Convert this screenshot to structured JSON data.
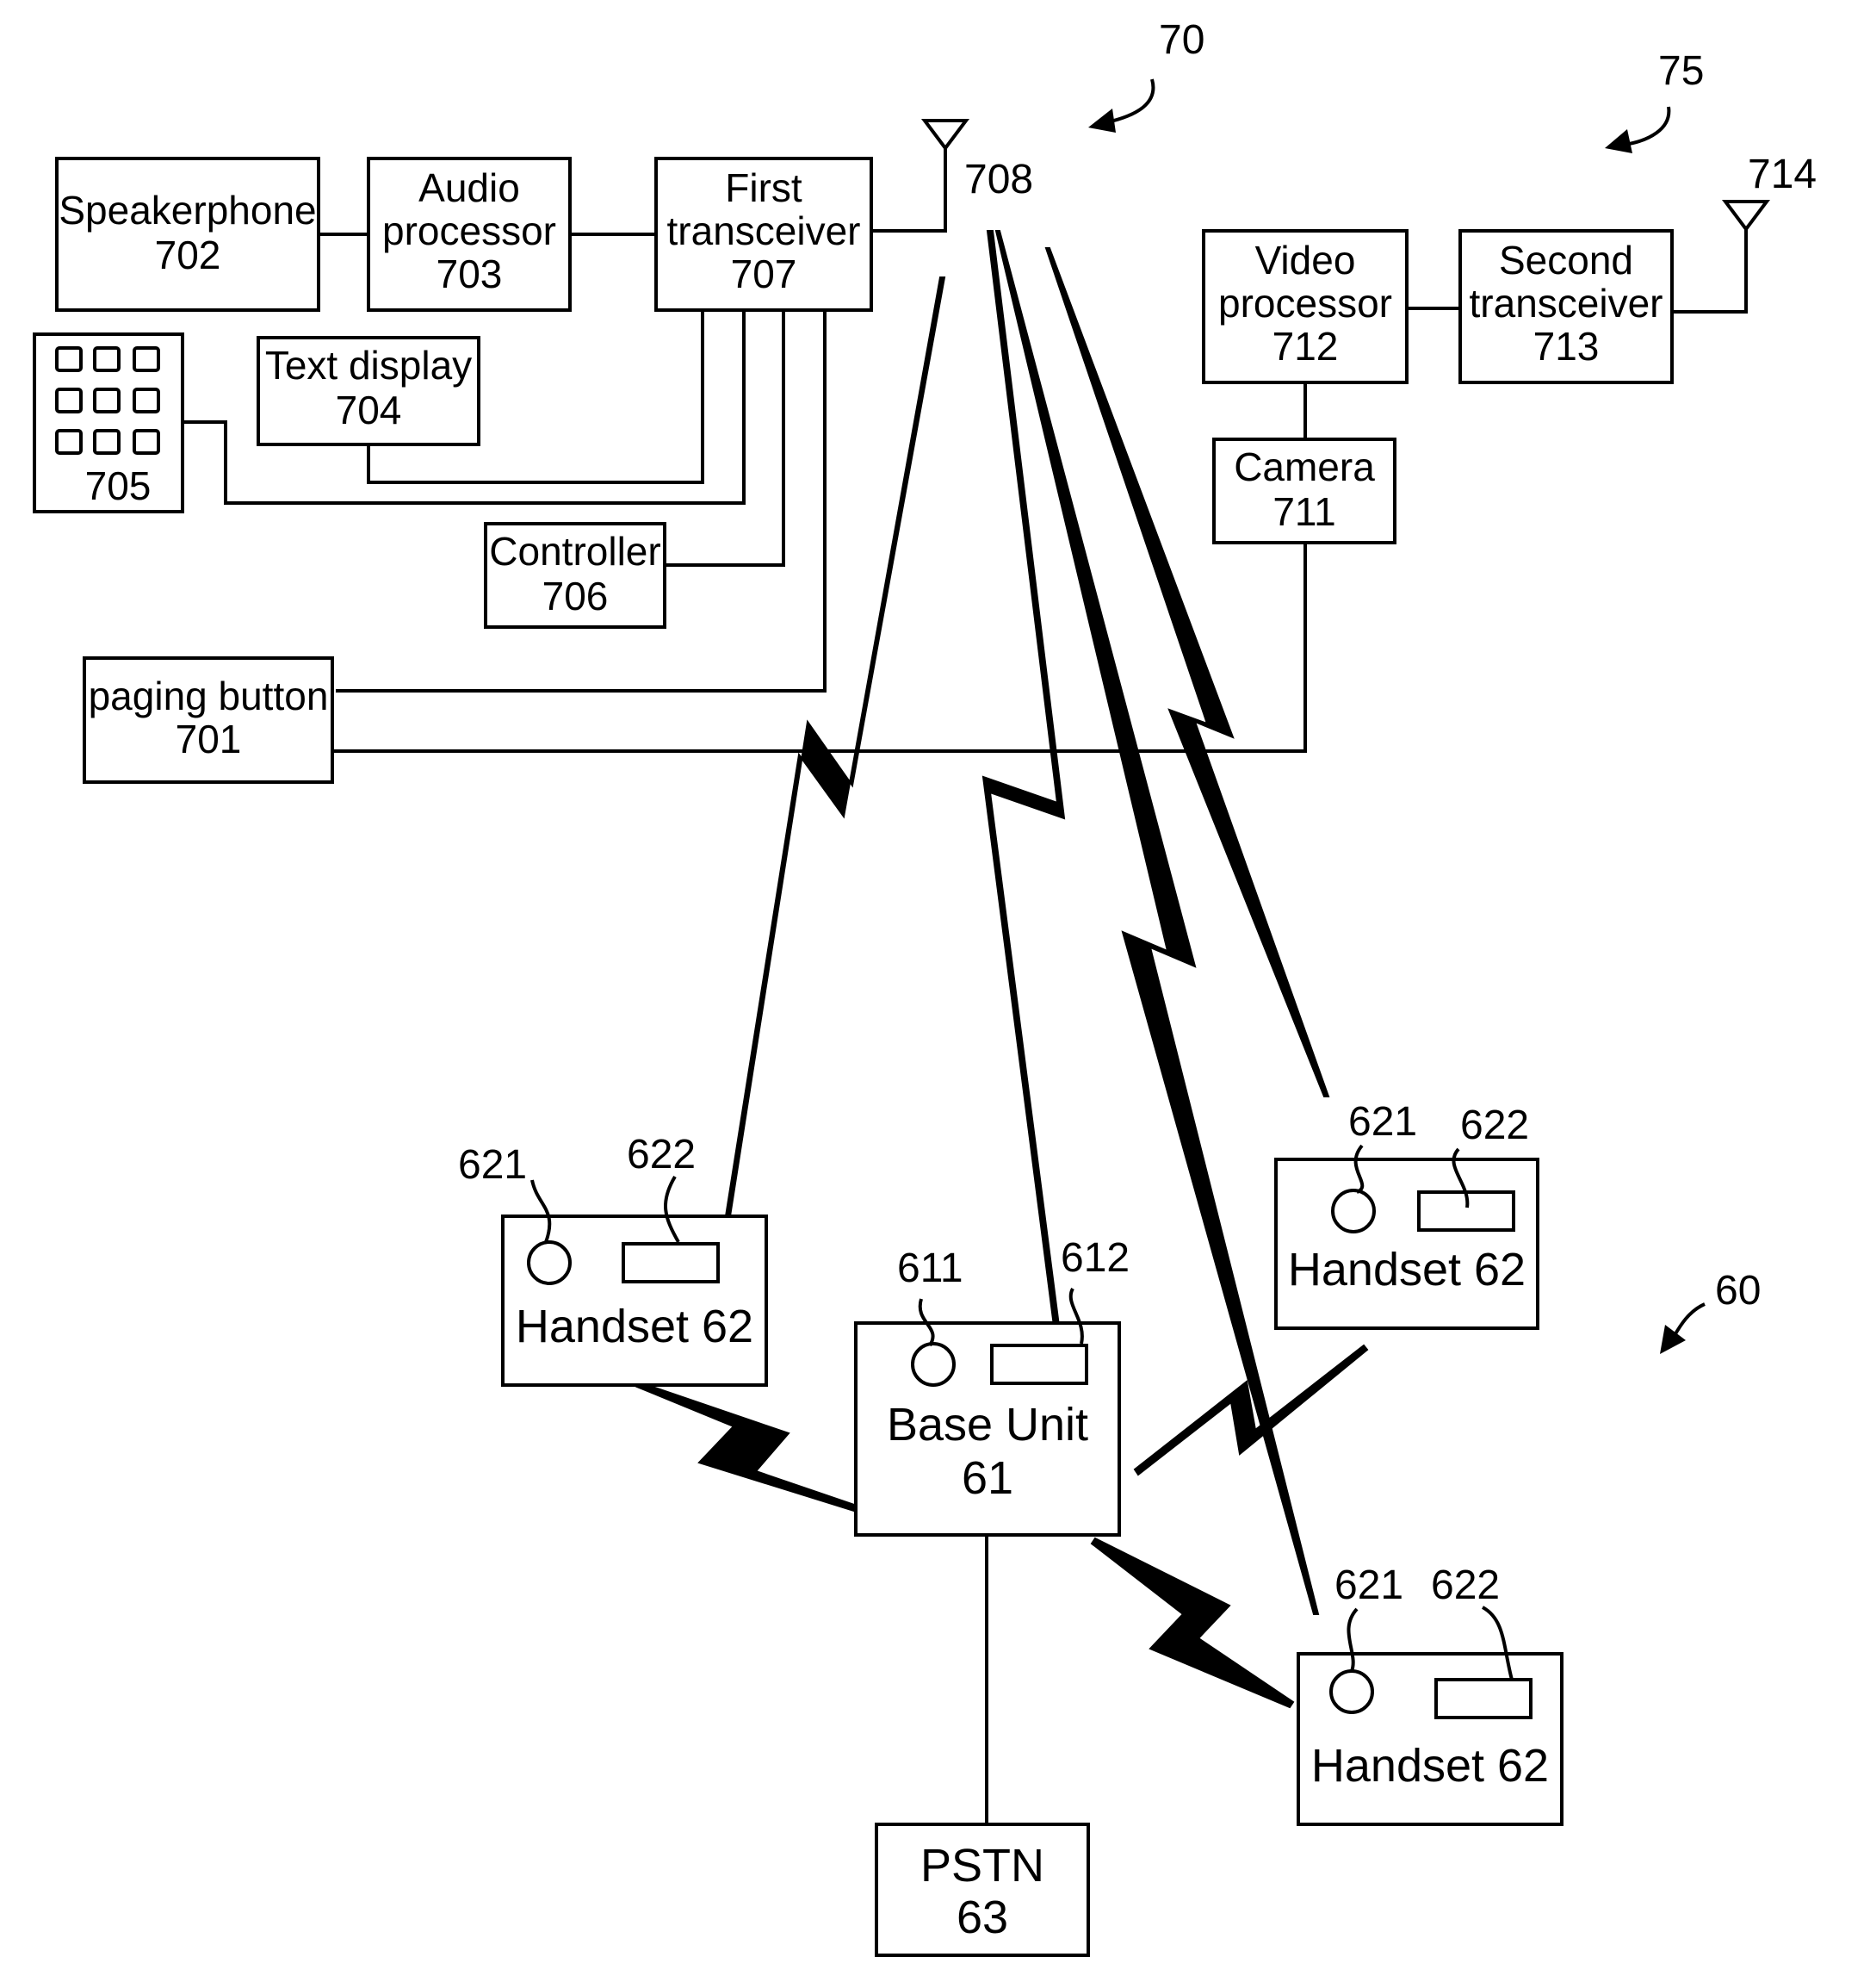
{
  "blocks": {
    "speakerphone": {
      "name": "Speakerphone",
      "ref": "702"
    },
    "audio_processor": {
      "name_line1": "Audio",
      "name_line2": "processor",
      "ref": "703"
    },
    "first_transceiver": {
      "name_line1": "First",
      "name_line2": "transceiver",
      "ref": "707"
    },
    "keypad": {
      "ref": "705"
    },
    "text_display": {
      "name": "Text display",
      "ref": "704"
    },
    "controller": {
      "name": "Controller",
      "ref": "706"
    },
    "paging_button": {
      "name": "paging button",
      "ref": "701"
    },
    "video_processor": {
      "name_line1": "Video",
      "name_line2": "processor",
      "ref": "712"
    },
    "second_transceiver": {
      "name_line1": "Second",
      "name_line2": "transceiver",
      "ref": "713"
    },
    "camera": {
      "name": "Camera",
      "ref": "711"
    },
    "base_unit": {
      "name": "Base Unit",
      "ref": "61",
      "button_ref": "611",
      "display_ref": "612"
    },
    "pstn": {
      "name": "PSTN",
      "ref": "63"
    },
    "handset_left": {
      "name": "Handset 62",
      "button_ref": "621",
      "display_ref": "622"
    },
    "handset_right_top": {
      "name": "Handset 62",
      "button_ref": "621",
      "display_ref": "622"
    },
    "handset_right_bottom": {
      "name": "Handset 62",
      "button_ref": "621",
      "display_ref": "622"
    }
  },
  "antennas": {
    "first": {
      "ref": "708"
    },
    "second": {
      "ref": "714"
    }
  },
  "system_refs": {
    "pager_system": "70",
    "video_system": "75",
    "cordless_system": "60"
  }
}
